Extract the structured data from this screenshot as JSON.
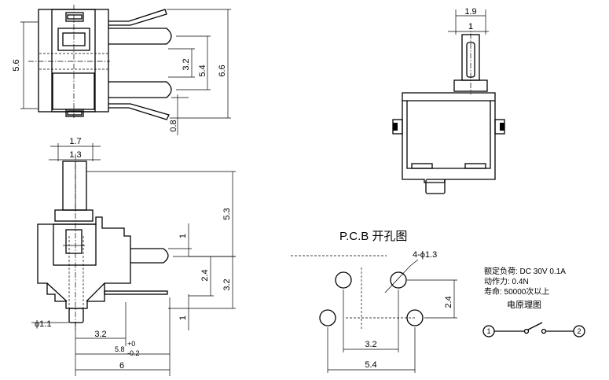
{
  "top_view": {
    "dims": [
      "5.6",
      "3.2",
      "5.4",
      "6.6",
      "0.8"
    ]
  },
  "side_view": {
    "dims": [
      "1.7",
      "1.3",
      "5.3",
      "1",
      "2.4",
      "3.2",
      "1",
      "ϕ1.1",
      "3.2",
      "5.8",
      "+0",
      "-0.2",
      "6"
    ]
  },
  "front_view": {
    "dims": [
      "1.9",
      "1"
    ]
  },
  "pcb": {
    "title": "P.C.B 开孔图",
    "hole_label": "4-ϕ1.3",
    "dims": [
      "2.4",
      "3.2",
      "5.4"
    ]
  },
  "specs": {
    "lines": [
      "额定负荷: DC 30V 0.1A",
      "动作力: 0.4N",
      "寿命: 50000次以上"
    ]
  },
  "schematic": {
    "title": "电原理图",
    "pins": [
      "1",
      "2"
    ]
  }
}
